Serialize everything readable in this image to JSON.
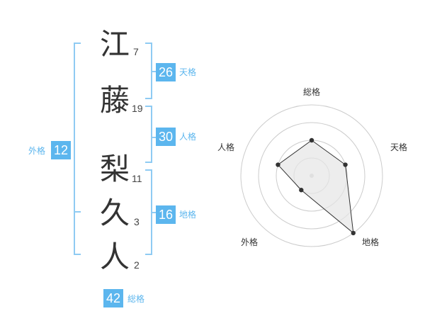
{
  "name": {
    "characters": [
      {
        "char": "江",
        "strokes": "7"
      },
      {
        "char": "藤",
        "strokes": "19"
      },
      {
        "char": "梨",
        "strokes": "11"
      },
      {
        "char": "久",
        "strokes": "3"
      },
      {
        "char": "人",
        "strokes": "2"
      }
    ]
  },
  "fortunes": {
    "tenkaku": {
      "value": "26",
      "label": "天格"
    },
    "jinkaku": {
      "value": "30",
      "label": "人格"
    },
    "chikaku": {
      "value": "16",
      "label": "地格"
    },
    "gaikaku": {
      "value": "12",
      "label": "外格"
    },
    "soukaku": {
      "value": "42",
      "label": "総格"
    }
  },
  "colors": {
    "accent": "#5cb6ee",
    "bracket": "#8fcbf3",
    "text": "#333333",
    "ring": "#cccccc",
    "fill": "#e6e6e6",
    "point": "#333333"
  },
  "radar": {
    "axes": [
      "総格",
      "天格",
      "地格",
      "外格",
      "人格"
    ],
    "values": [
      0.5,
      0.5,
      1.0,
      0.25,
      0.5
    ]
  }
}
